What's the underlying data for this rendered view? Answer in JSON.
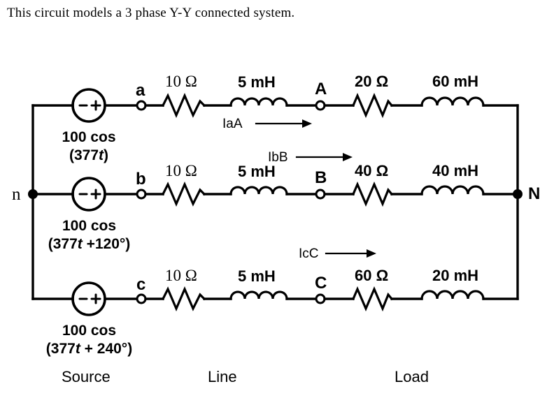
{
  "caption": "This circuit models a 3 phase Y-Y connected system.",
  "nodes": {
    "neutral_source": "n",
    "neutral_load": "N",
    "source_terminals": [
      "a",
      "b",
      "c"
    ],
    "load_terminals": [
      "A",
      "B",
      "C"
    ]
  },
  "sources": [
    {
      "polarity_minus": "–",
      "polarity_plus": "+",
      "amplitude_line": "100 cos",
      "phase_line": "(377t)",
      "phase_line_prefix": "(377",
      "phase_line_var": "t",
      "phase_line_suffix": ")"
    },
    {
      "polarity_minus": "–",
      "polarity_plus": "+",
      "amplitude_line": "100 cos",
      "phase_line": "(377t +120°)",
      "phase_line_prefix": "(377",
      "phase_line_var": "t",
      "phase_line_suffix": " +120°)"
    },
    {
      "polarity_minus": "–",
      "polarity_plus": "+",
      "amplitude_line": "100 cos",
      "phase_line": "(377t + 240°)",
      "phase_line_prefix": "(377",
      "phase_line_var": "t",
      "phase_line_suffix": " + 240°)"
    }
  ],
  "line_impedances": [
    {
      "resistance": "10 Ω",
      "inductance": "5 mH"
    },
    {
      "resistance": "10 Ω",
      "inductance": "5 mH"
    },
    {
      "resistance": "10 Ω",
      "inductance": "5 mH"
    }
  ],
  "load_impedances": [
    {
      "resistance": "20 Ω",
      "inductance": "60 mH"
    },
    {
      "resistance": "40 Ω",
      "inductance": "40 mH"
    },
    {
      "resistance": "60 Ω",
      "inductance": "20 mH"
    }
  ],
  "currents": [
    "IaA",
    "IbB",
    "IcC"
  ],
  "sections": {
    "source": "Source",
    "line": "Line",
    "load": "Load"
  },
  "colors": {
    "wire": "#000000",
    "background": "#ffffff",
    "text": "#000000"
  }
}
